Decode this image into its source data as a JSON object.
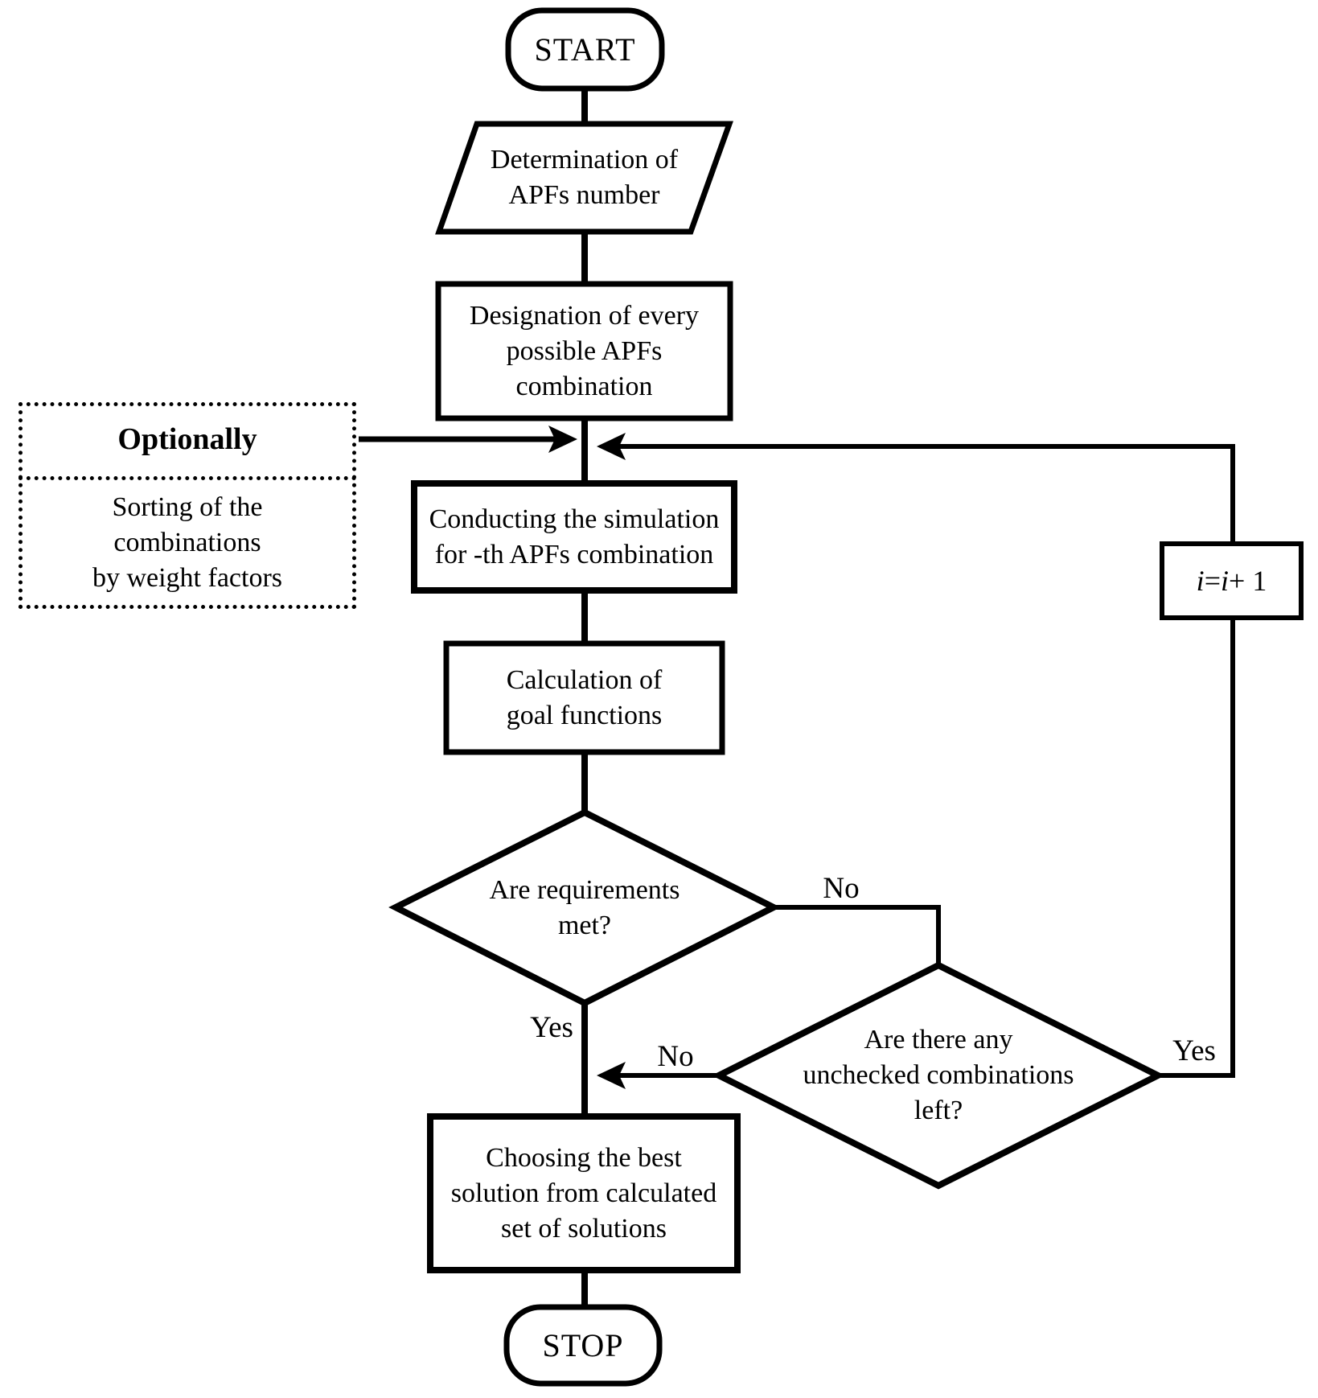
{
  "flowchart": {
    "start_label": "START",
    "stop_label": "STOP",
    "determination": {
      "line1": "Determination of",
      "line2": "APFs number"
    },
    "designation": {
      "line1": "Designation of every",
      "line2": "possible APFs",
      "line3": "combination"
    },
    "optionally": {
      "title": "Optionally",
      "line1": "Sorting of the",
      "line2": "combinations",
      "line3": "by weight factors"
    },
    "conducting": {
      "line1": "Conducting the simulation",
      "line2": "for -th APFs combination"
    },
    "calculation": {
      "line1": "Calculation of",
      "line2": "goal functions"
    },
    "requirements_decision": {
      "line1": "Are requirements",
      "line2": "met?"
    },
    "unchecked_decision": {
      "line1": "Are there any",
      "line2": "unchecked combinations",
      "line3": "left?"
    },
    "increment": {
      "part1": "i",
      "part2": " = ",
      "part3": "i",
      "part4": " + 1"
    },
    "choosing": {
      "line1": "Choosing the best",
      "line2": "solution from calculated",
      "line3": "set of solutions"
    },
    "edge_labels": {
      "requirements_yes": "Yes",
      "requirements_no": "No",
      "unchecked_no": "No",
      "unchecked_yes": "Yes"
    },
    "colors": {
      "line": "#000000",
      "background": "#ffffff"
    }
  }
}
